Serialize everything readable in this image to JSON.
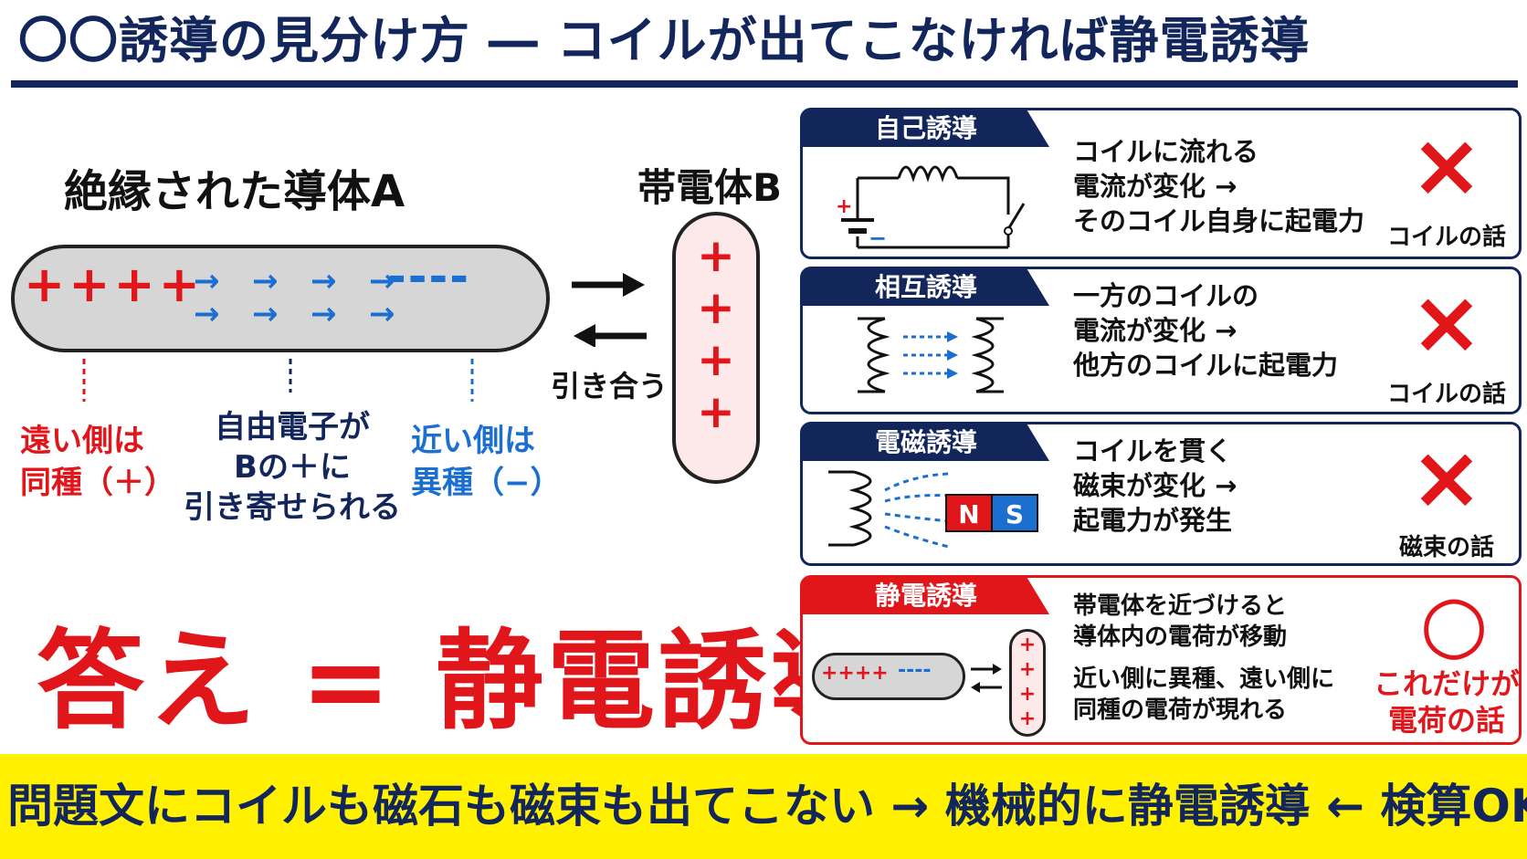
{
  "title": "〇〇誘導の見分け方 ― コイルが出てこなければ静電誘導",
  "conductor": {
    "heading": "絶縁された導体A",
    "plus_signs": "++++",
    "minus_signs": "----",
    "arrow_glyph": "→",
    "far_side_label_line1": "遠い側は",
    "far_side_label_line2": "同種（＋）",
    "free_electron_line1": "自由電子が",
    "free_electron_line2": "Bの＋に",
    "free_electron_line3": "引き寄せられる",
    "near_side_label_line1": "近い側は",
    "near_side_label_line2": "異種（−）"
  },
  "charged_body": {
    "heading": "帯電体B",
    "sign": "+",
    "attract_label": "引き合う"
  },
  "answer": "答え = 静電誘導",
  "cards": [
    {
      "tag": "自己誘導",
      "lines": [
        "コイルに流れる",
        "電流が変化 →",
        "そのコイル自身に起電力"
      ],
      "verdict_mark": "×",
      "verdict": "コイルの話"
    },
    {
      "tag": "相互誘導",
      "lines": [
        "一方のコイルの",
        "電流が変化 →",
        "他方のコイルに起電力"
      ],
      "verdict_mark": "×",
      "verdict": "コイルの話"
    },
    {
      "tag": "電磁誘導",
      "lines": [
        "コイルを貫く",
        "磁束が変化 →",
        "起電力が発生"
      ],
      "verdict_mark": "×",
      "verdict": "磁束の話",
      "magnet_n": "N",
      "magnet_s": "S"
    },
    {
      "tag": "静電誘導",
      "lines": [
        "帯電体を近づけると",
        "導体内の電荷が移動",
        "近い側に異種、遠い側に",
        "同種の電荷が現れる"
      ],
      "verdict_mark": "○",
      "verdict_line1": "これだけが",
      "verdict_line2": "電荷の話",
      "mini_plus": "++++",
      "mini_minus": "----"
    }
  ],
  "circuit": {
    "plus": "+",
    "minus": "−"
  },
  "footer": "問題文にコイルも磁石も磁束も出てこない → 機械的に静電誘導 ← 検算OK",
  "colors": {
    "navy": "#12265c",
    "red": "#e0161b",
    "blue": "#1a6fd0",
    "yellow": "#fff100",
    "gray": "#d6d6d6"
  }
}
